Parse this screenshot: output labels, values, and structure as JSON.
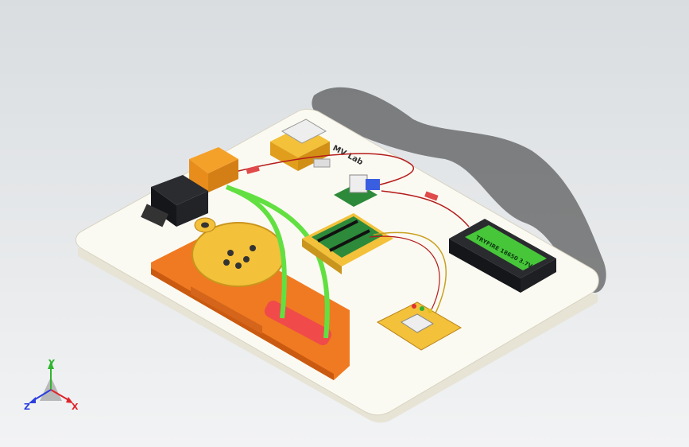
{
  "model": {
    "plate_label": "MV Lab",
    "battery_label": "TRYFIRE 18650 3.7V"
  },
  "triad": {
    "x_label": "X",
    "y_label": "Y",
    "z_label": "Z",
    "x_color": "#e0242b",
    "y_color": "#2fb52f",
    "z_color": "#2a3fe0"
  },
  "colors": {
    "plate": "#fbfaf2",
    "plate_edge": "#e5e2d2",
    "orange": "#f07a22",
    "orange_dark": "#c95a10",
    "yellow": "#f3c13a",
    "tube_green": "#62e042",
    "pcb_green": "#2d8a3a",
    "black_part": "#1e1f22",
    "background_top": "#d9dde0",
    "background_bottom": "#f2f3f4"
  }
}
